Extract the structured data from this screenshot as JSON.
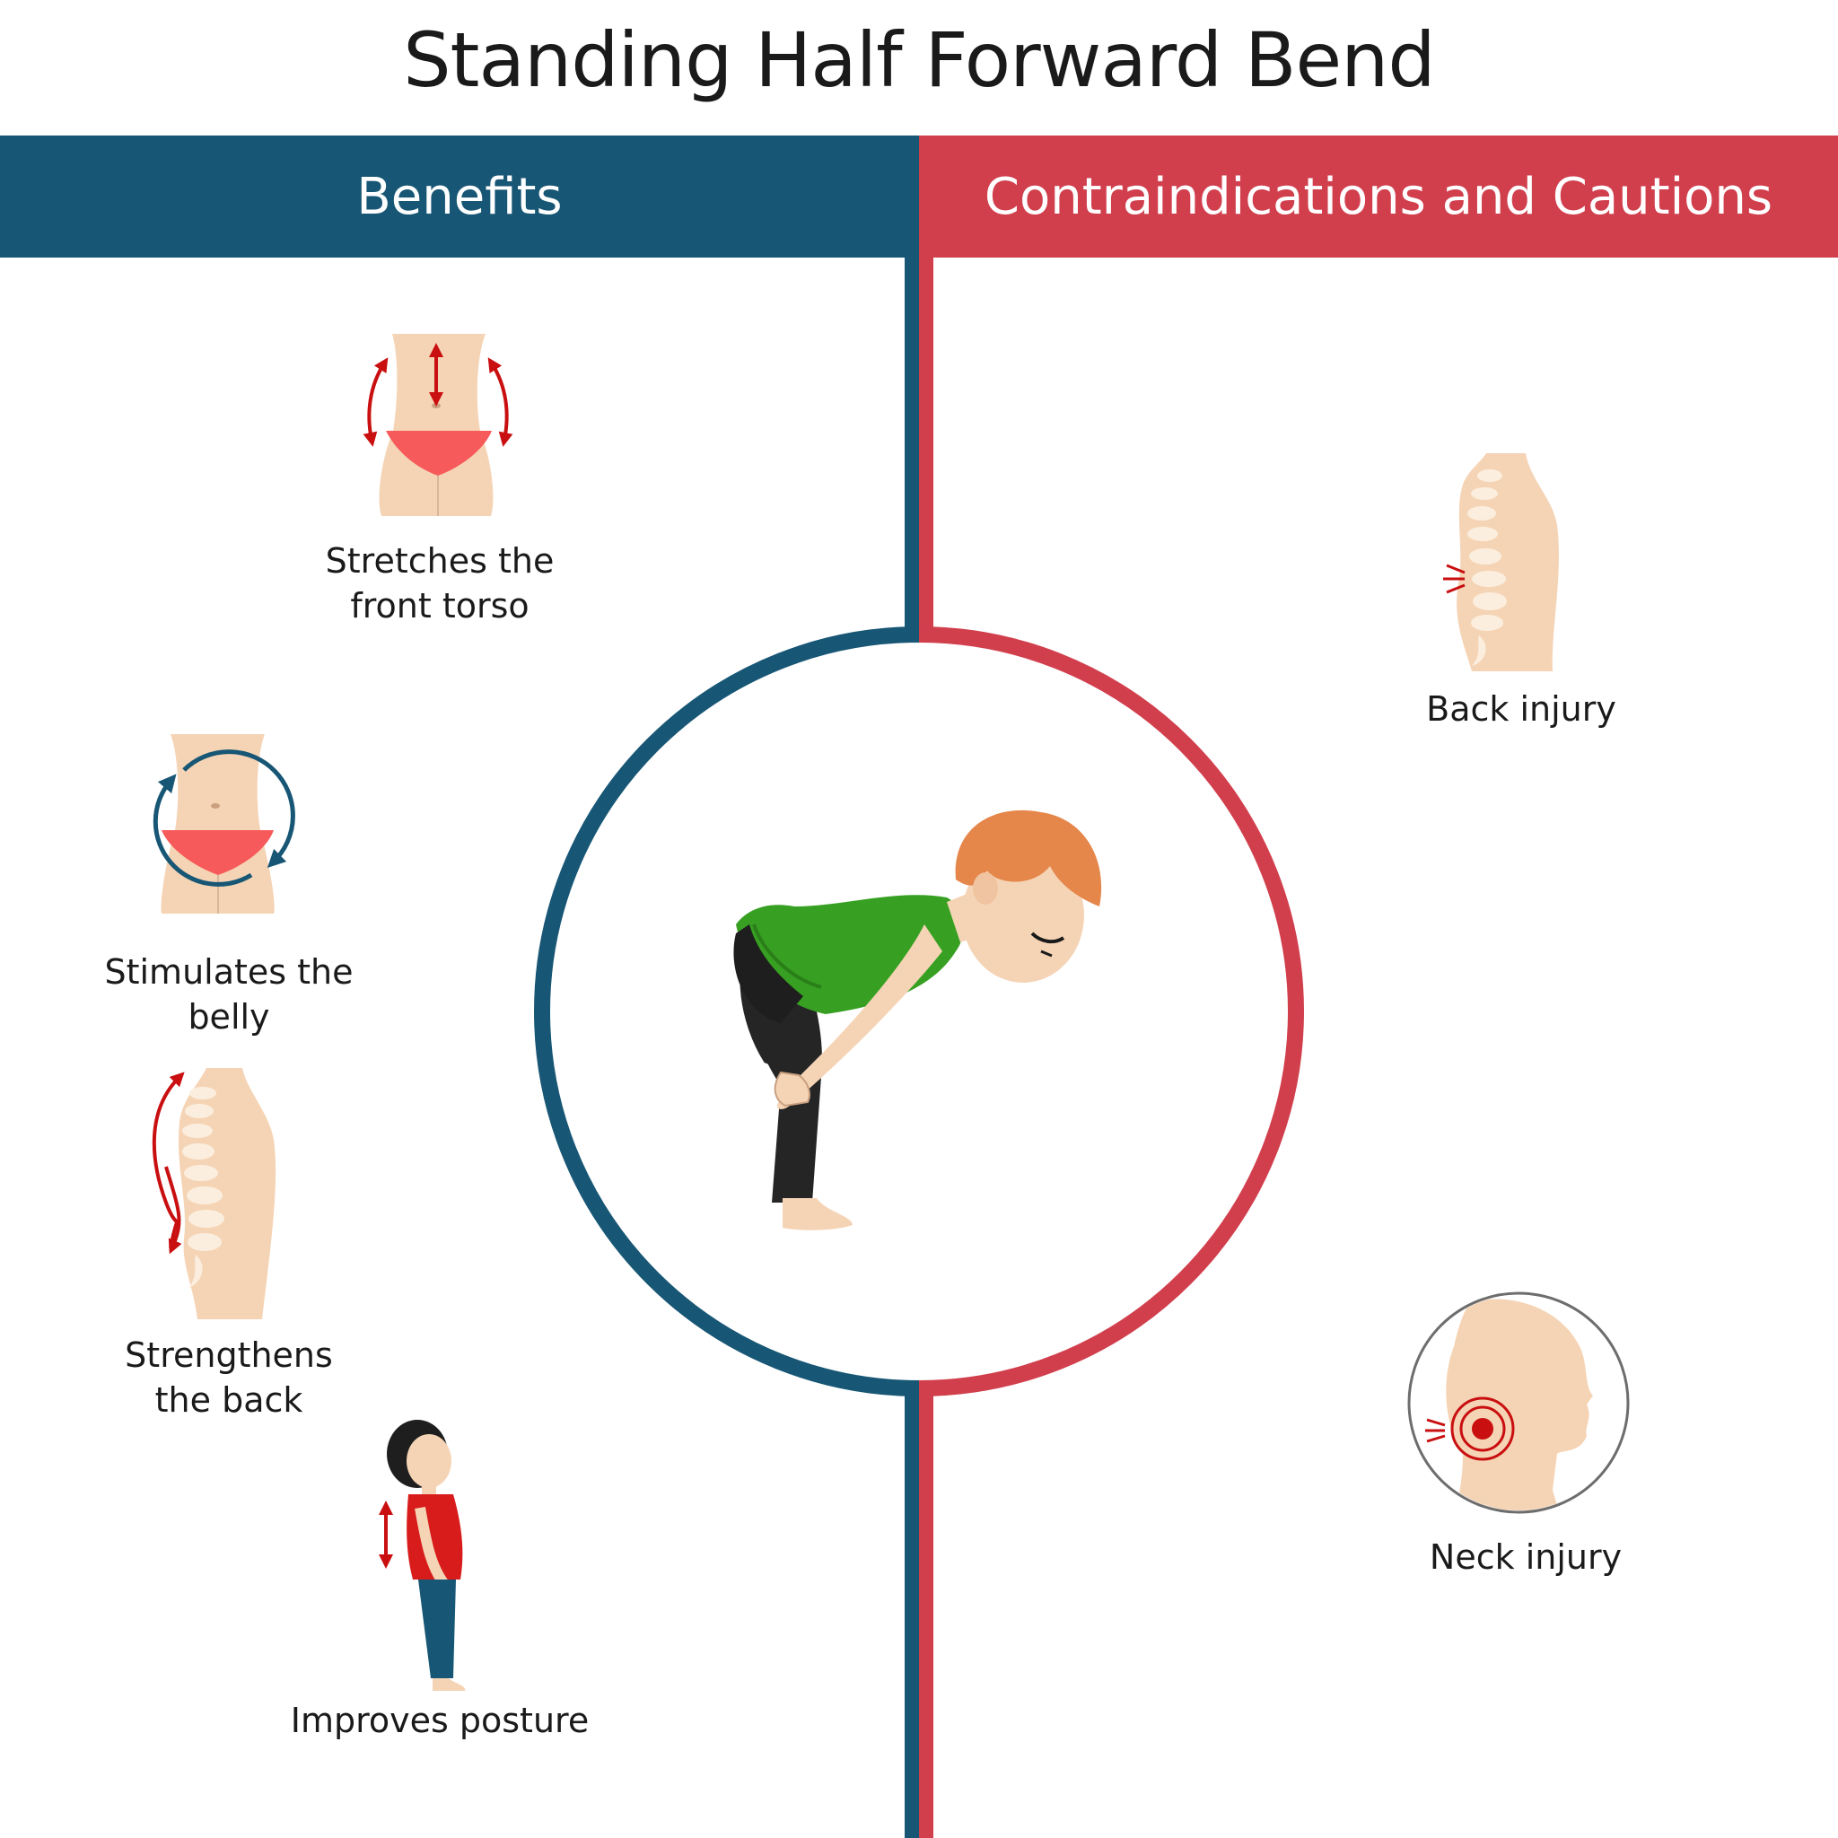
{
  "title": "Standing Half Forward Bend",
  "colors": {
    "benefits": "#175674",
    "cautions": "#d13f4d",
    "skin": "#f5d4b5",
    "pink": "#f65a5a",
    "red": "#c90f10"
  },
  "benefits": {
    "heading": "Benefits",
    "items": [
      {
        "icon": "torso-stretch-icon",
        "label_line1": "Stretches the",
        "label_line2": "front torso"
      },
      {
        "icon": "belly-rotation-icon",
        "label": "Stimulates the belly"
      },
      {
        "icon": "spine-curve-icon",
        "label_line1": "Strengthens",
        "label_line2": "the back"
      },
      {
        "icon": "standing-posture-icon",
        "label": "Improves posture"
      }
    ]
  },
  "cautions": {
    "heading": "Contraindications and Cautions",
    "items": [
      {
        "icon": "back-injury-icon",
        "label": "Back injury"
      },
      {
        "icon": "neck-injury-icon",
        "label": "Neck injury"
      }
    ]
  },
  "center": {
    "icon": "half-forward-bend-figure-icon"
  }
}
